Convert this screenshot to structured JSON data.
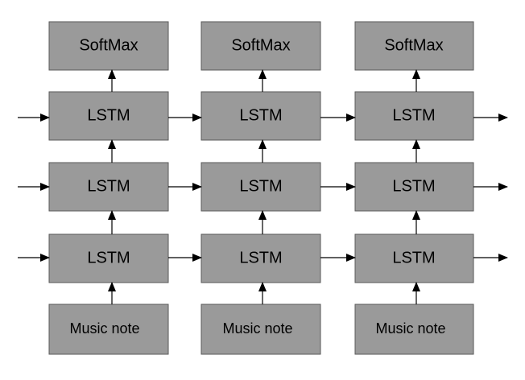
{
  "diagram": {
    "columns": [
      {
        "softmax_label": "SoftMax",
        "lstm_labels": [
          "LSTM",
          "LSTM",
          "LSTM"
        ],
        "input_label": "Music note"
      },
      {
        "softmax_label": "SoftMax",
        "lstm_labels": [
          "LSTM",
          "LSTM",
          "LSTM"
        ],
        "input_label": "Music note"
      },
      {
        "softmax_label": "SoftMax",
        "lstm_labels": [
          "LSTM",
          "LSTM",
          "LSTM"
        ],
        "input_label": "Music note"
      }
    ],
    "colors": {
      "box_fill": "#9a9a9a",
      "box_stroke": "#5a5a5a",
      "arrow": "#000000",
      "text": "#000000"
    }
  }
}
